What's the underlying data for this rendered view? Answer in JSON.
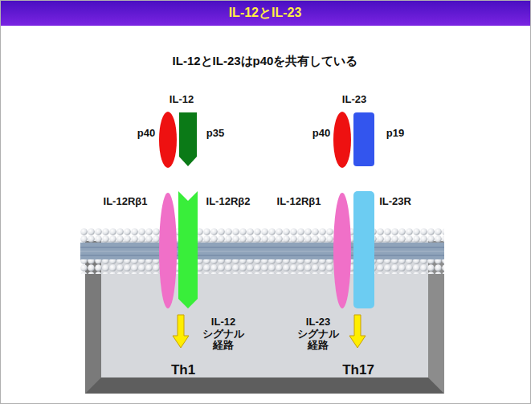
{
  "diagram": {
    "title": "IL-12とIL-23",
    "labels": [
      "IL-12とIL-23はp40を共有している",
      "IL-12",
      "p40",
      "p35",
      "IL-23",
      "p40",
      "p19",
      "IL-12Rβ1",
      "IL-12Rβ2",
      "IL-12Rβ1",
      "IL-23R",
      "IL-12 シグナル 経路",
      "IL-23 シグナル 経路",
      "Th1",
      "Th17"
    ]
  }
}
